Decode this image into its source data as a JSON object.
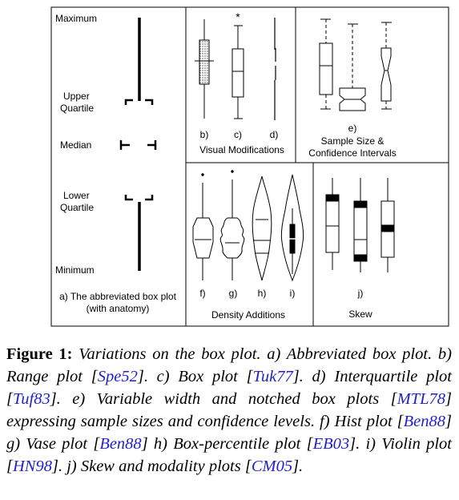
{
  "panel_a": {
    "maximum": "Maximum",
    "upper_1": "Upper",
    "upper_2": "Quartile",
    "median": "Median",
    "lower_1": "Lower",
    "lower_2": "Quartile",
    "minimum": "Minimum",
    "caption_1": "a) The abbreviated box plot",
    "caption_2": "(with anatomy)"
  },
  "visual_mods": {
    "b": "b)",
    "c": "c)",
    "d": "d)",
    "title": "Visual Modifications",
    "outlier": "*"
  },
  "sample_size": {
    "e": "e)",
    "title_1": "Sample Size &",
    "title_2": "Confidence Intervals"
  },
  "density": {
    "f": "f)",
    "g": "g)",
    "h": "h)",
    "i": "i)",
    "title": "Density Additions"
  },
  "skew": {
    "j": "j)",
    "title": "Skew"
  },
  "caption": {
    "lead": "Figure 1:",
    "t1": " Variations on the box plot. a) Abbreviated box plot. b) Range plot [",
    "r1": "Spe52",
    "t2": "]. c) Box plot [",
    "r2": "Tuk77",
    "t3": "]. d) Interquartile plot [",
    "r3": "Tuf83",
    "t4": "]. e) Variable width and notched box plots [",
    "r4": "MTL78",
    "t5": "] expressing sample sizes and confidence levels. f) Hist plot [",
    "r5": "Ben88",
    "t6": "] g) Vase plot [",
    "r6": "Ben88",
    "t7": "] h) Box-percentile plot [",
    "r7": "EB03",
    "t8": "]. i) Violin plot [",
    "r8": "HN98",
    "t9": "]. j) Skew and modality plots [",
    "r9": "CM05",
    "t10": "]."
  }
}
